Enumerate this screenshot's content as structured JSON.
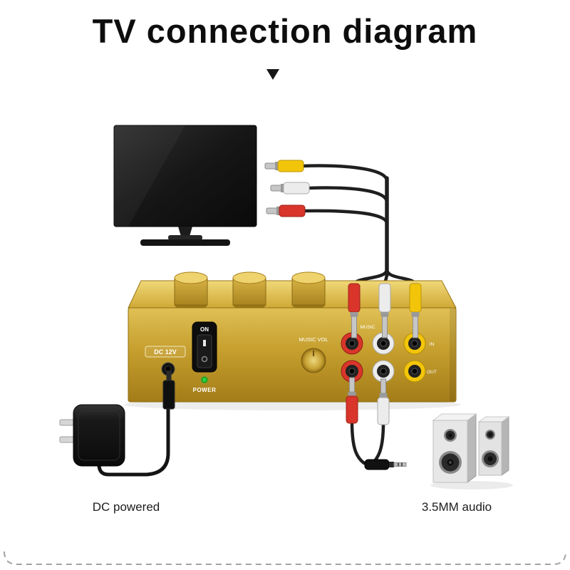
{
  "title": "TV connection diagram",
  "device": {
    "dc_label": "DC 12V",
    "on_label": "ON",
    "power_label": "POWER",
    "volume_label": "MUSIC VOL",
    "jack_group_label": "MUSIC",
    "in_label": "IN",
    "out_label": "OUT"
  },
  "captions": {
    "dc_powered": "DC powered",
    "audio": "3.5MM audio"
  },
  "colors": {
    "gold": "#c69f2e",
    "rca_yellow": "#f3c50a",
    "rca_red": "#d9352a",
    "rca_white": "#ececec",
    "led_green": "#27d23c",
    "cable_black": "#1f1f1f",
    "speaker_gray": "#e7e7e7"
  }
}
